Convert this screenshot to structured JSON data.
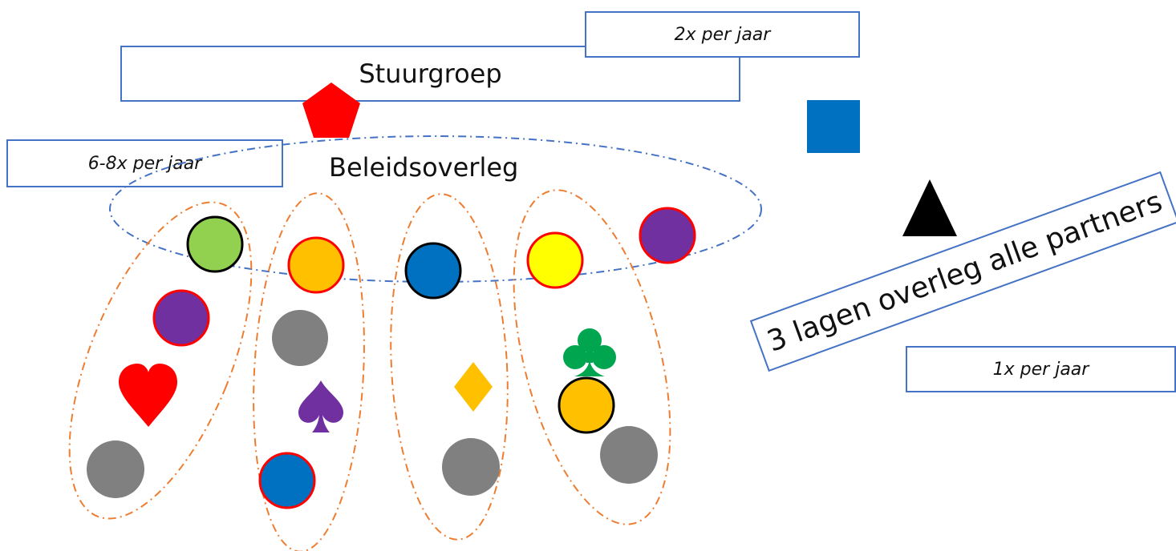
{
  "stuurgroep": {
    "label": "Stuurgroep",
    "frequency": "2x per jaar"
  },
  "beleidsoverleg": {
    "label": "Beleidsoverleg",
    "frequency": "6-8x per jaar"
  },
  "alle_partners": {
    "label": "3 lagen overleg alle partners",
    "frequency": "1x per jaar"
  },
  "colors": {
    "box_border": "#4472c4",
    "ellipse_blue": "#4472c4",
    "ellipse_orange": "#ed7d31",
    "red": "#ff0000",
    "green": "#92d050",
    "purple": "#7030a0",
    "orange_fill": "#ffc000",
    "blue_fill": "#0070c0",
    "yellow": "#ffff00",
    "gray": "#808080",
    "club_green": "#00a550",
    "black": "#000000"
  },
  "icons": [
    "pentagon-icon",
    "square-icon",
    "triangle-icon",
    "heart-icon",
    "spade-icon",
    "diamond-icon",
    "club-icon"
  ]
}
